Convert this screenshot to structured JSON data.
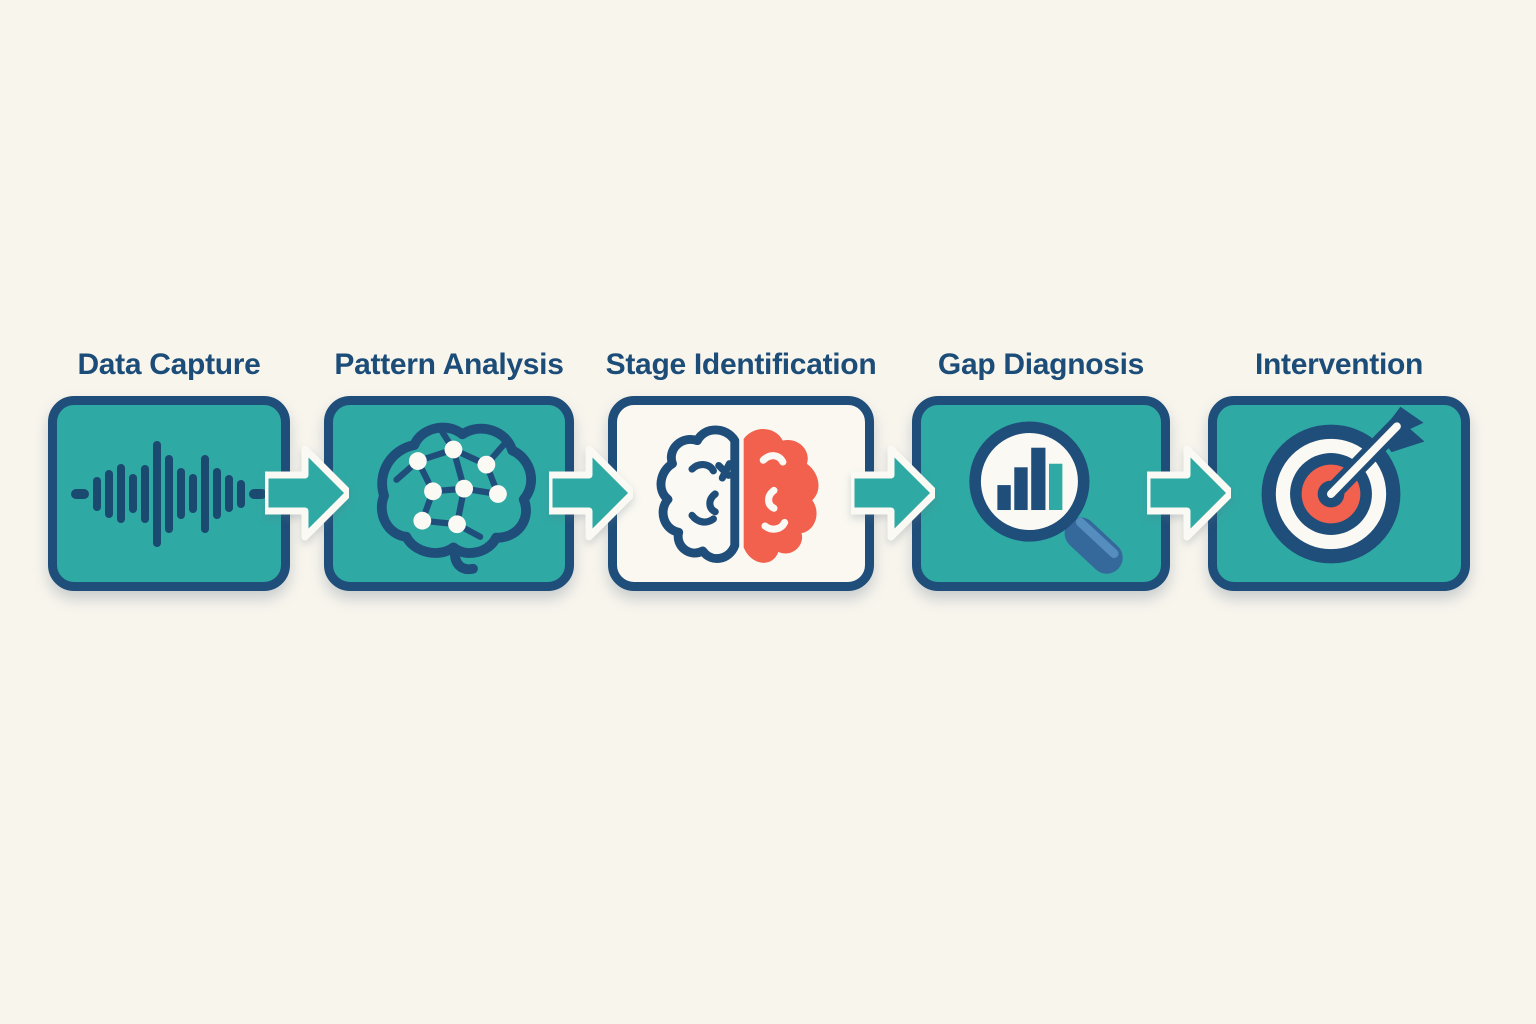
{
  "page": {
    "background_color": "#F8F5ED",
    "kind": "horizontal process flow infographic"
  },
  "flow": {
    "direction": "left-to-right",
    "connector_style": "teal block arrow with white outline pointing right",
    "connector_count": 4,
    "colors": {
      "teal": "#2FA9A4",
      "navy": "#1E4E79",
      "title_navy": "#1C4C78",
      "coral": "#F2604E",
      "cream": "#FAF8F1",
      "handle_blue": "#35699B",
      "handle_highlight_blue": "#548DBE",
      "waveform_navy": "#1A4A70"
    },
    "stages": [
      {
        "title": "Data Capture",
        "icon": "audio-waveform-icon",
        "box_fill": "teal"
      },
      {
        "title": "Pattern Analysis",
        "icon": "neural-network-brain-icon",
        "box_fill": "teal"
      },
      {
        "title": "Stage Identification",
        "icon": "split-brain-icon",
        "box_fill": "cream"
      },
      {
        "title": "Gap Diagnosis",
        "icon": "magnifier-bar-chart-icon",
        "box_fill": "teal"
      },
      {
        "title": "Intervention",
        "icon": "bullseye-arrow-icon",
        "box_fill": "teal"
      }
    ],
    "waveform_bars": [
      "dash",
      0.32,
      0.45,
      0.56,
      0.37,
      0.55,
      1,
      0.74,
      0.48,
      0.37,
      0.74,
      0.48,
      0.35,
      0.26,
      "dash"
    ],
    "magnifier_bar_heights_relative": [
      0.4,
      0.69,
      1.0,
      0.74
    ]
  }
}
